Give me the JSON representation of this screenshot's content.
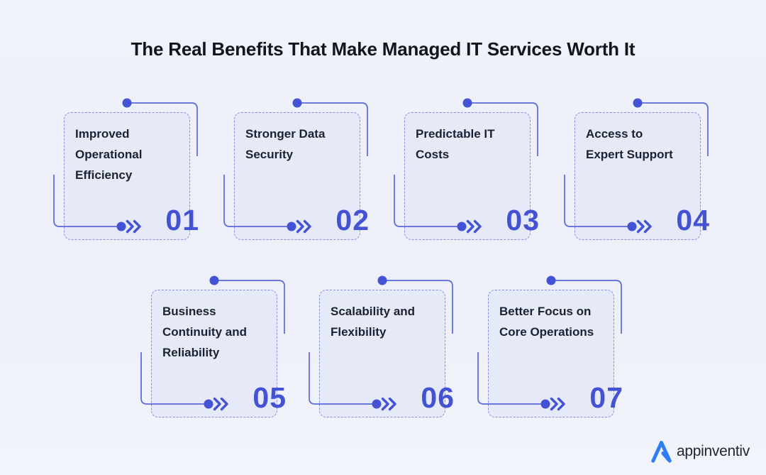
{
  "title": "The Real Benefits That Make Managed IT Services Worth It",
  "cards": [
    {
      "number": "01",
      "title": "Improved\nOperational\nEfficiency"
    },
    {
      "number": "02",
      "title": "Stronger Data\nSecurity"
    },
    {
      "number": "03",
      "title": "Predictable IT\nCosts"
    },
    {
      "number": "04",
      "title": "Access to\nExpert Support"
    },
    {
      "number": "05",
      "title": "Business\nContinuity and\nReliability"
    },
    {
      "number": "06",
      "title": "Scalability and\nFlexibility"
    },
    {
      "number": "07",
      "title": "Better Focus on\nCore Operations"
    }
  ],
  "logo": {
    "brand": "appinventiv"
  },
  "colors": {
    "page_background": "#eff1f9",
    "card_background": "#e6e9f7",
    "card_border": "#8490e2",
    "connector_line": "#5a67d8",
    "accent_indigo": "#4353d3",
    "title_text": "#13141c",
    "card_text": "#1b2231",
    "logo_blue": "#2e7cf7",
    "logo_text": "#23262e"
  }
}
